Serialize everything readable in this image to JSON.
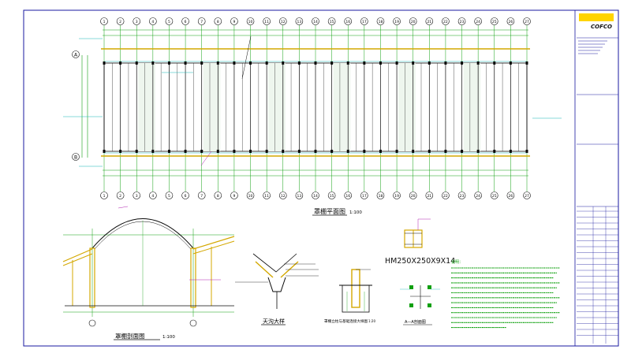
{
  "titles": {
    "plan": "罩棚平面图",
    "plan_scale": "1:100",
    "section": "罩棚剖面图",
    "section_scale": "1:100",
    "gutter_detail": "天沟大样",
    "column_detail": "罩棚立柱与基础连接大样图",
    "column_detail_scale": "1:20",
    "aa_section": "A—A剖面图",
    "steel_profile": "HM250X250X9X14"
  },
  "axis_labels": [
    "1",
    "2",
    "3",
    "4",
    "5",
    "6",
    "7",
    "8",
    "9",
    "10",
    "11",
    "12",
    "13",
    "14",
    "15",
    "16",
    "17",
    "18",
    "19",
    "20",
    "21",
    "22",
    "23",
    "24",
    "25",
    "26",
    "27"
  ],
  "row_labels": [
    "A",
    "B"
  ],
  "title_block": {
    "logo": "COFCO"
  },
  "notes_heading": "说明：",
  "colors": {
    "frame": "#1a1aa0",
    "line": "#0a0a0a",
    "yellow": "#d4a800",
    "green": "#10a010",
    "cyan": "#12b6b6",
    "magenta": "#b020b0",
    "logo_bg": "#ffd400"
  }
}
